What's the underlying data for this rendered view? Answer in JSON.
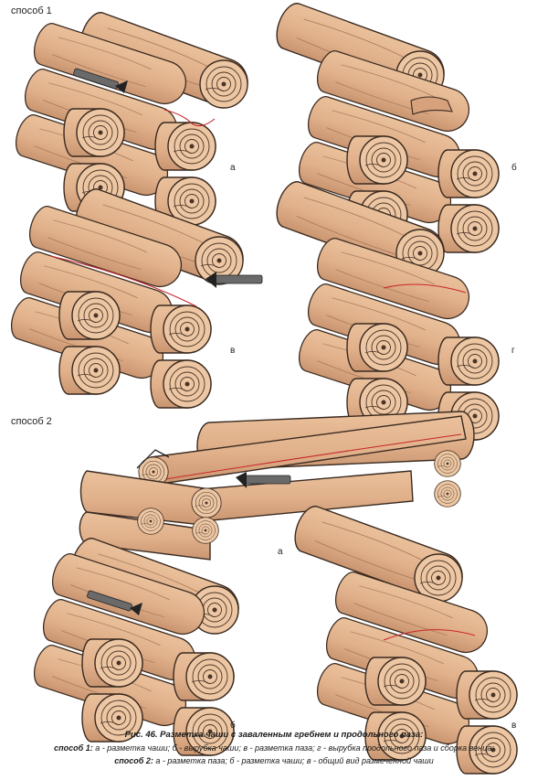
{
  "sections": {
    "method1": "способ 1",
    "method2": "способ 2"
  },
  "panels": {
    "m1_a": "а",
    "m1_b": "б",
    "m1_v": "в",
    "m1_g": "г",
    "m2_a": "а",
    "m2_b": "б",
    "m2_v": "в"
  },
  "caption": {
    "title": "Рис. 46. Разметка чаши с заваленным гребнем и продольного паза:",
    "line1_lead": "способ 1:",
    "line1_text": " а - разметка чаши; б - вырубка чаши; в - разметка паза; г - вырубка продольного паза и сборка венца;",
    "line2_lead": "способ 2:",
    "line2_text": " а - разметка паза; б - разметка чаши; в - общий вид размеченной чаши"
  },
  "colors": {
    "log_fill": "#e2b48e",
    "log_shadow": "#c7906a",
    "outline": "#3a2a20",
    "end_fill": "#f0cfae",
    "mark_line": "#c8242a",
    "tool": "#6a6a6a"
  }
}
